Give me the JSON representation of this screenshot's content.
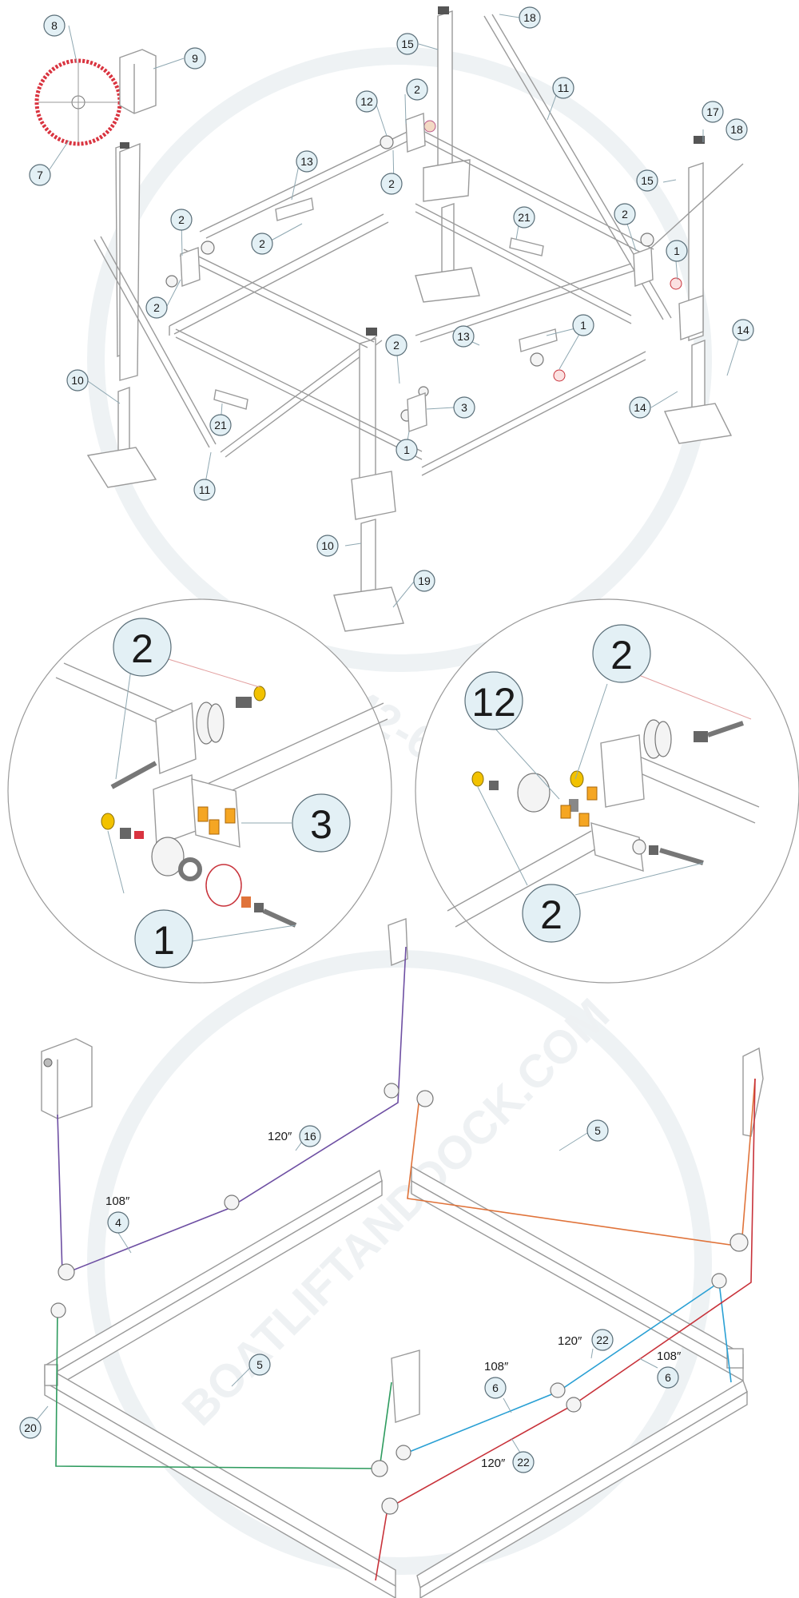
{
  "watermark": {
    "url": "BOATLIFTANDDOCK.COM",
    "phone": "866-942-6749"
  },
  "part_callouts": [
    {
      "id": "c8",
      "label": "8"
    },
    {
      "id": "c9",
      "label": "9"
    },
    {
      "id": "c7",
      "label": "7"
    },
    {
      "id": "c15a",
      "label": "15"
    },
    {
      "id": "c18a",
      "label": "18"
    },
    {
      "id": "c2a",
      "label": "2"
    },
    {
      "id": "c12a",
      "label": "12"
    },
    {
      "id": "c11a",
      "label": "11"
    },
    {
      "id": "c17",
      "label": "17"
    },
    {
      "id": "c18b",
      "label": "18"
    },
    {
      "id": "c2b",
      "label": "2"
    },
    {
      "id": "c13a",
      "label": "13"
    },
    {
      "id": "c15b",
      "label": "15"
    },
    {
      "id": "c2c",
      "label": "2"
    },
    {
      "id": "c2d",
      "label": "2"
    },
    {
      "id": "c21a",
      "label": "21"
    },
    {
      "id": "c2e",
      "label": "2"
    },
    {
      "id": "c1a",
      "label": "1"
    },
    {
      "id": "c2f",
      "label": "2"
    },
    {
      "id": "c13b",
      "label": "13"
    },
    {
      "id": "c1b",
      "label": "1"
    },
    {
      "id": "c14a",
      "label": "14"
    },
    {
      "id": "c10a",
      "label": "10"
    },
    {
      "id": "c2g",
      "label": "2"
    },
    {
      "id": "c3a",
      "label": "3"
    },
    {
      "id": "c14b",
      "label": "14"
    },
    {
      "id": "c21b",
      "label": "21"
    },
    {
      "id": "c1c",
      "label": "1"
    },
    {
      "id": "c11b",
      "label": "11"
    },
    {
      "id": "c10b",
      "label": "10"
    },
    {
      "id": "c19",
      "label": "19"
    }
  ],
  "detail_left": {
    "callouts": [
      {
        "id": "dl2",
        "label": "2"
      },
      {
        "id": "dl3",
        "label": "3"
      },
      {
        "id": "dl1",
        "label": "1"
      }
    ]
  },
  "detail_right": {
    "callouts": [
      {
        "id": "dr12",
        "label": "12"
      },
      {
        "id": "dr2a",
        "label": "2"
      },
      {
        "id": "dr2b",
        "label": "2"
      }
    ]
  },
  "cabling": {
    "callouts": [
      {
        "id": "k16",
        "label": "16"
      },
      {
        "id": "k4",
        "label": "4"
      },
      {
        "id": "k5a",
        "label": "5"
      },
      {
        "id": "k5b",
        "label": "5"
      },
      {
        "id": "k22a",
        "label": "22"
      },
      {
        "id": "k6a",
        "label": "6"
      },
      {
        "id": "k6b",
        "label": "6"
      },
      {
        "id": "k22b",
        "label": "22"
      },
      {
        "id": "k20",
        "label": "20"
      }
    ],
    "lengths": {
      "l16": "120″",
      "l4": "108″",
      "l22a": "120″",
      "l6a": "108″",
      "l6b": "108″",
      "l22b": "120″"
    }
  },
  "colors": {
    "cable_purple": "#6e4fa3",
    "cable_orange": "#e0733a",
    "cable_green": "#2e9b5e",
    "cable_blue": "#2aa0d4",
    "cable_red": "#c8323a",
    "callout_fill": "#e3f0f5",
    "wheel_red": "#d9333f"
  },
  "icons": [
    "steering-wheel-icon",
    "motor-gearbox-icon",
    "pulley-icon",
    "nut-icon"
  ]
}
